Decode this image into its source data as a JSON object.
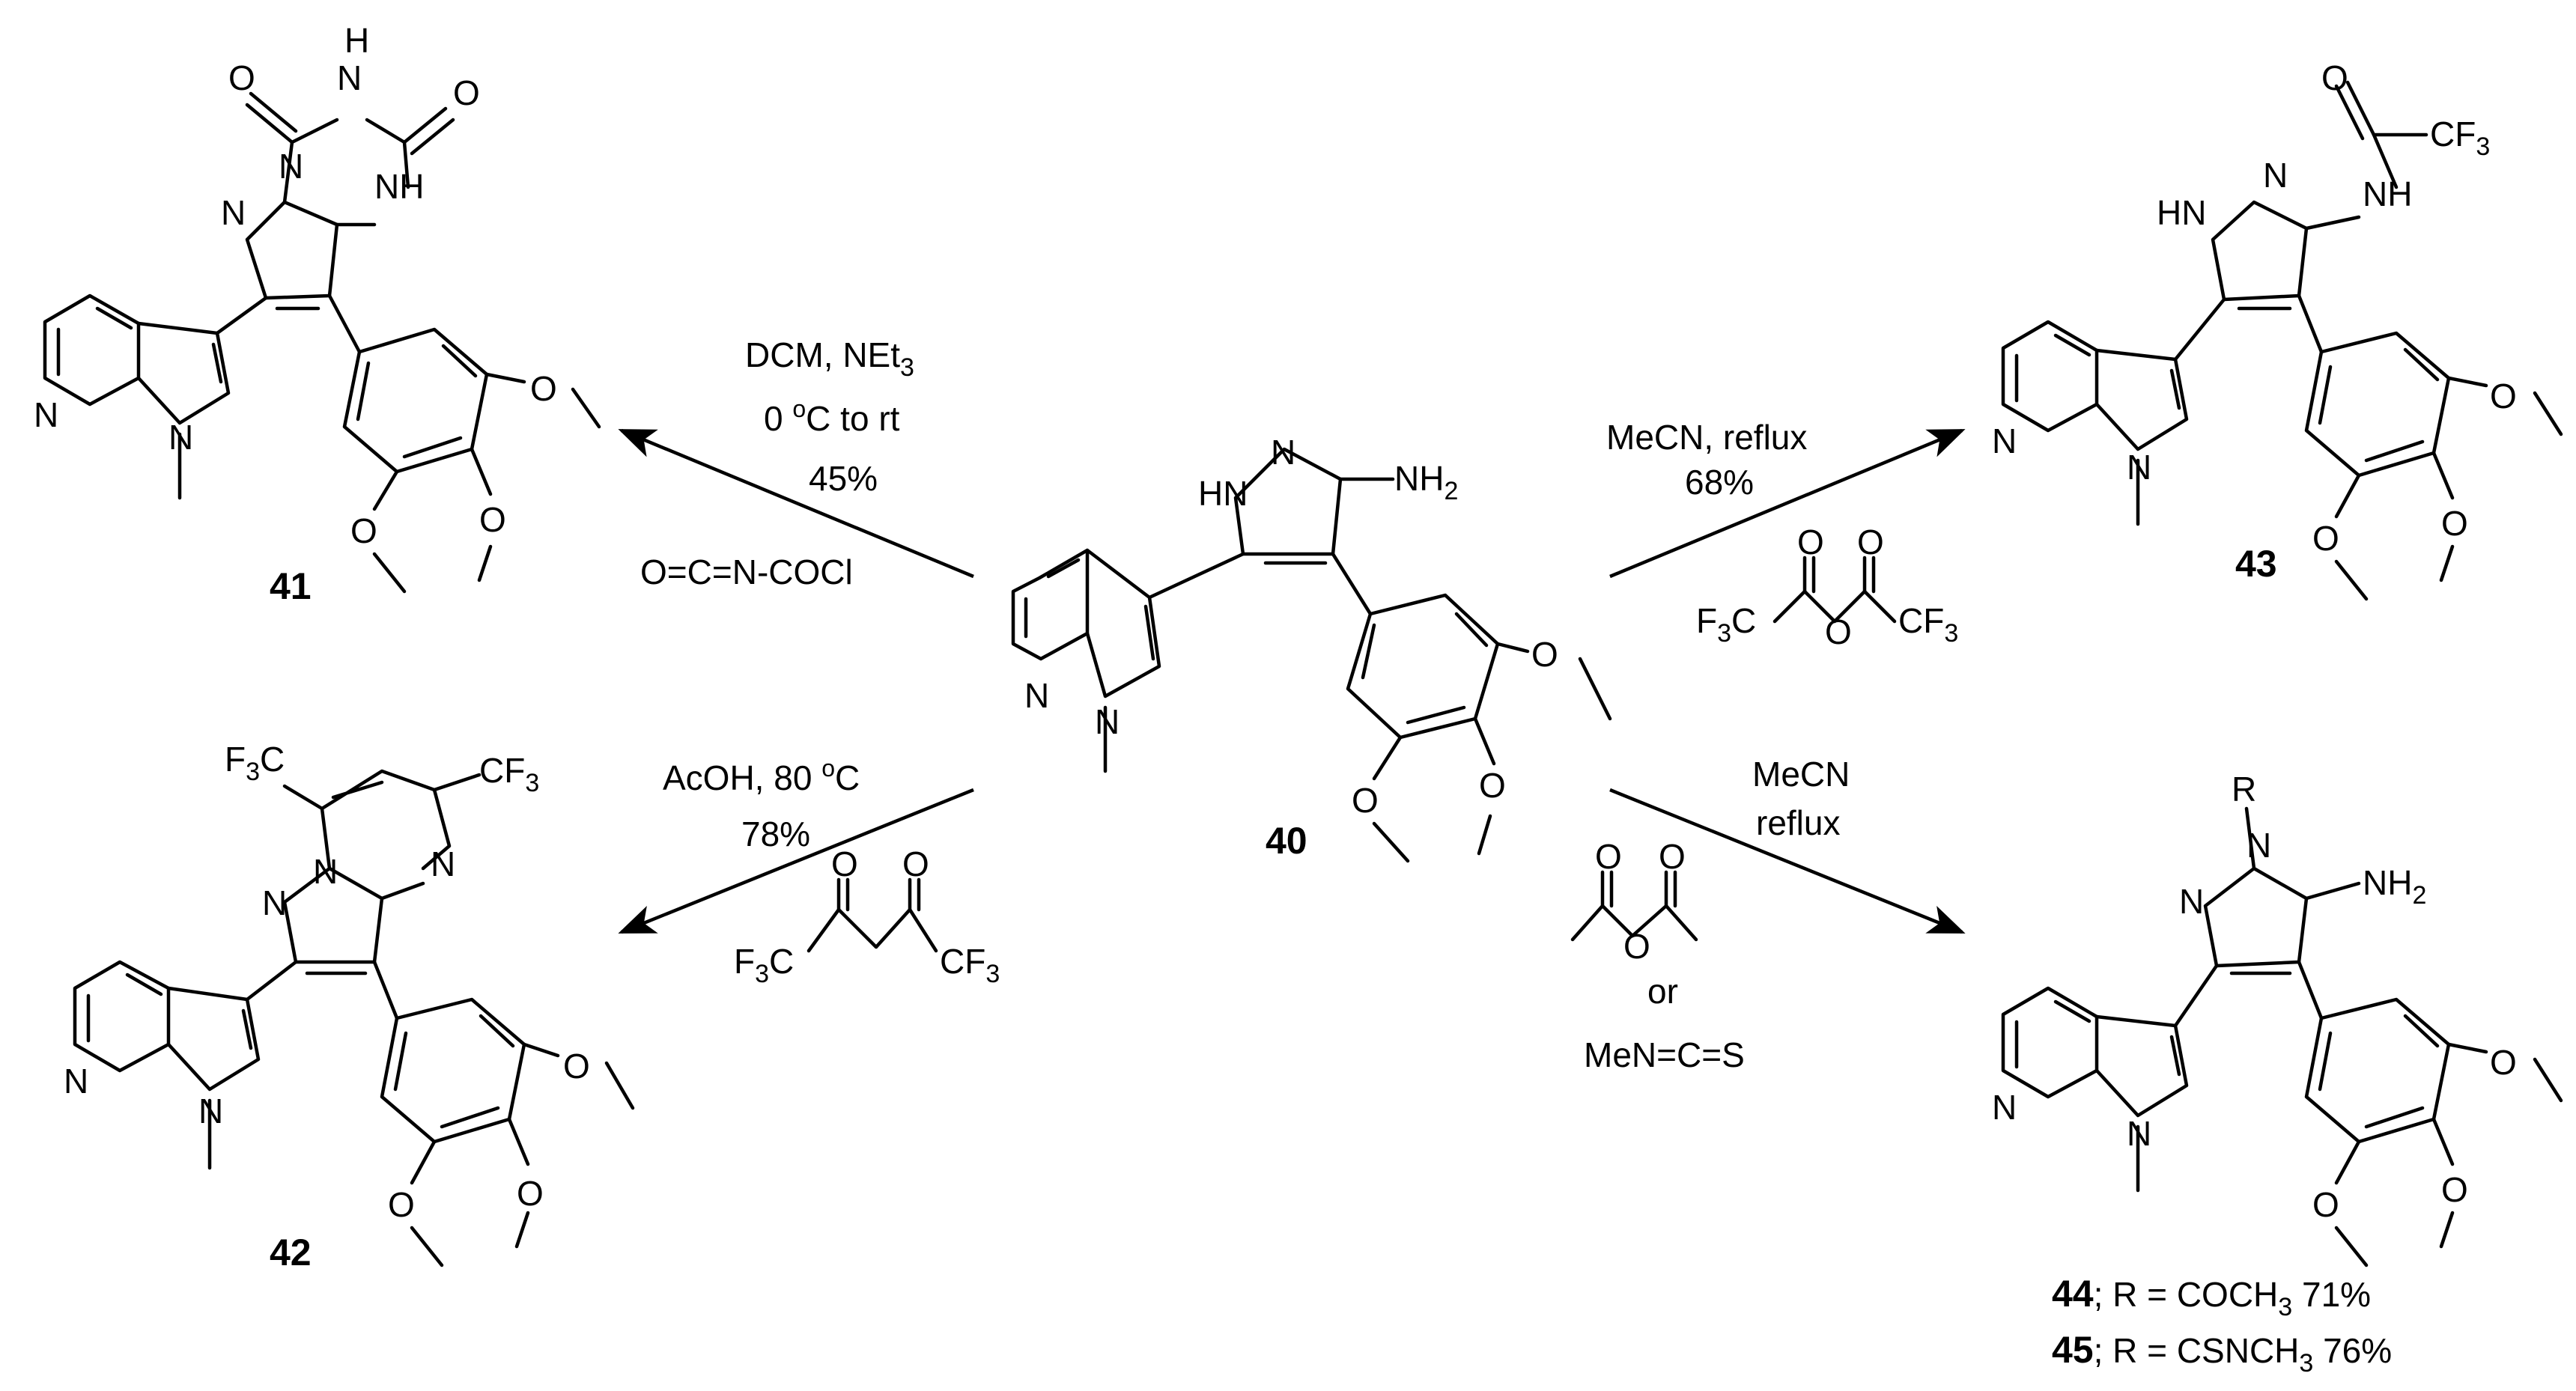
{
  "compounds": {
    "c40": "40",
    "c41": "41",
    "c42": "42",
    "c43": "43",
    "c44": "44",
    "c45": "45"
  },
  "substituents": {
    "r44": "; R = COCH",
    "r44_sub": "3",
    "r44_yield": " 71%",
    "r45": "; R = CSNCH",
    "r45_sub": "3",
    "r45_yield": " 76%"
  },
  "reactions": {
    "to41": {
      "solvent": "DCM, NEt",
      "solvent_sub": "3",
      "temp_a": "0 ",
      "temp_sup": "o",
      "temp_b": "C to rt",
      "yield": "45%",
      "reagent": "O=C=N-COCl"
    },
    "to42": {
      "cond_a": "AcOH, 80 ",
      "cond_sup": "o",
      "cond_b": "C",
      "yield": "78%",
      "reagent_left": "F",
      "reagent_left_sub": "3",
      "reagent_left_c": "C",
      "reagent_o1": "O",
      "reagent_o2": "O",
      "reagent_right": "CF",
      "reagent_right_sub": "3"
    },
    "to43": {
      "conditions": "MeCN, reflux",
      "yield": "68%",
      "anhydride_o1": "O",
      "anhydride_o2": "O",
      "anhydride_o3": "O",
      "anhydride_left": "F",
      "anhydride_left_sub": "3",
      "anhydride_left_c": "C",
      "anhydride_right": "CF",
      "anhydride_right_sub": "3"
    },
    "to44_45": {
      "solvent": "MeCN",
      "conditions": "reflux",
      "anhydride_o1": "O",
      "anhydride_o2": "O",
      "anhydride_o3": "O",
      "or": "or",
      "isothiocyanate": "MeN=C=S"
    }
  },
  "atoms": {
    "N": "N",
    "O": "O",
    "H": "H",
    "HN": "HN",
    "NH": "NH",
    "NH2": "NH",
    "sub2": "2",
    "R": "R",
    "F3C": "F",
    "CF3": "CF",
    "sub3": "3"
  }
}
